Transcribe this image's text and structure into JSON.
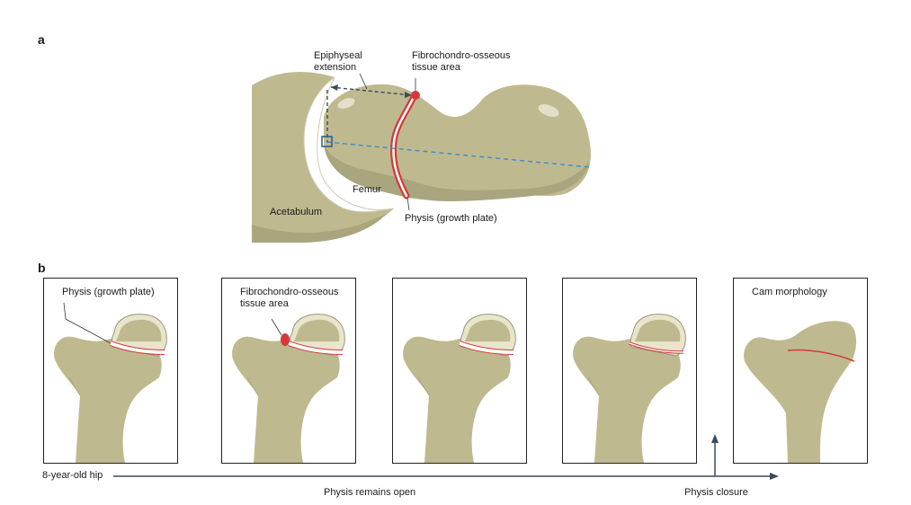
{
  "panel_a": {
    "label": "a",
    "epiphyseal_extension": "Epiphyseal\nextension",
    "fibro_area": "Fibrochondro-osseous\ntissue area",
    "femur": "Femur",
    "acetabulum": "Acetabulum",
    "physis": "Physis (growth plate)"
  },
  "panel_b": {
    "label": "b",
    "stages": [
      {
        "label": "Physis (growth plate)"
      },
      {
        "label": "Fibrochondro-osseous\ntissue area"
      },
      {
        "label": ""
      },
      {
        "label": ""
      },
      {
        "label": "Cam morphology"
      }
    ],
    "timeline_start": "8-year-old hip",
    "timeline_open": "Physis remains open",
    "timeline_closure": "Physis closure"
  },
  "colors": {
    "bone": "#bfb98f",
    "bone_dark": "#a9a57e",
    "cartilage": "#e8e5cc",
    "physis_red": "#d43a3a",
    "axis_blue": "#3a8fc8",
    "arrow_navy": "#3a4a5e"
  }
}
